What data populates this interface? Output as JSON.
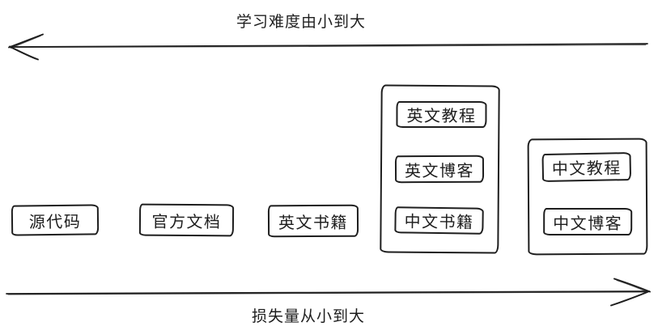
{
  "colors": {
    "ink": "#1e1e1e",
    "background": "#ffffff"
  },
  "axes": {
    "difficulty": {
      "label": "学习难度由小到大",
      "arrow_direction": "left"
    },
    "loss": {
      "label": "损失量从小到大",
      "arrow_direction": "right"
    }
  },
  "nodes": [
    "源代码",
    "官方文档",
    "英文书籍"
  ],
  "groups": [
    {
      "items": [
        "英文教程",
        "英文博客",
        "中文书籍"
      ]
    },
    {
      "items": [
        "中文教程",
        "中文博客"
      ]
    }
  ]
}
